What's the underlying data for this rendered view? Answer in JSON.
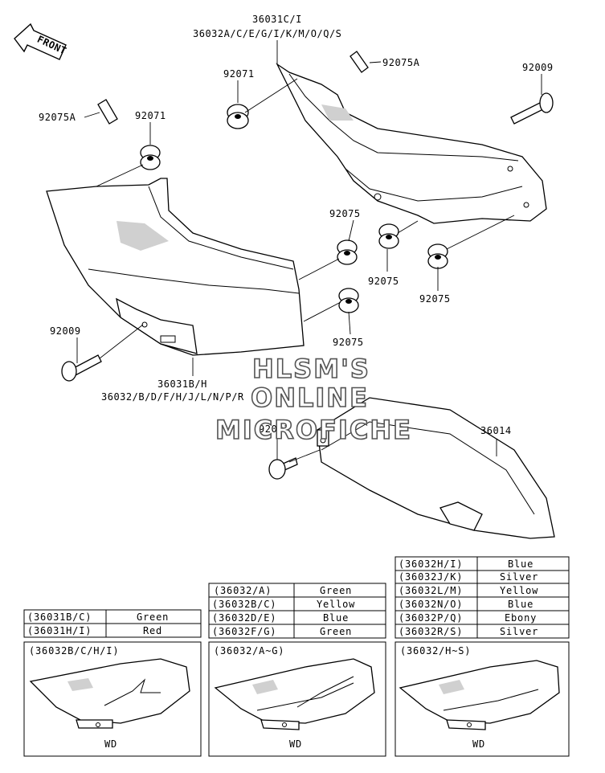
{
  "front_arrow": {
    "label": "FRONT"
  },
  "callouts": {
    "c36031ci": "36031C/I",
    "c36032a_s": "36032A/C/E/G/I/K/M/O/Q/S",
    "c92071_a": "92071",
    "c92075a_a": "92075A",
    "c92009_a": "92009",
    "c92075a_b": "92075A",
    "c92071_b": "92071",
    "c92075_a": "92075",
    "c92075_b": "92075",
    "c92075_c": "92075",
    "c92075_d": "92075",
    "c92009_b": "92009",
    "c36031bh": "36031B/H",
    "c36032b_r": "36032/B/D/F/H/J/L/N/P/R",
    "c92001": "92001",
    "c36014": "36014"
  },
  "watermark": {
    "line1": "HLSM'S",
    "line2": "ONLINE",
    "line3": "MICROFICHE"
  },
  "table_left": {
    "rows": [
      {
        "code": "(36031B/C)",
        "color": "Green"
      },
      {
        "code": "(36031H/I)",
        "color": "Red"
      }
    ]
  },
  "table_mid": {
    "rows": [
      {
        "code": "(36032/A)",
        "color": "Green"
      },
      {
        "code": "(36032B/C)",
        "color": "Yellow"
      },
      {
        "code": "(36032D/E)",
        "color": "Blue"
      },
      {
        "code": "(36032F/G)",
        "color": "Green"
      }
    ]
  },
  "table_right": {
    "rows": [
      {
        "code": "(36032H/I)",
        "color": "Blue"
      },
      {
        "code": "(36032J/K)",
        "color": "Silver"
      },
      {
        "code": "(36032L/M)",
        "color": "Yellow"
      },
      {
        "code": "(36032N/O)",
        "color": "Blue"
      },
      {
        "code": "(36032P/Q)",
        "color": "Ebony"
      },
      {
        "code": "(36032R/S)",
        "color": "Silver"
      }
    ]
  },
  "panels": [
    {
      "title": "(36032B/C/H/I)",
      "caption": "WD"
    },
    {
      "title": "(36032/A~G)",
      "caption": "WD"
    },
    {
      "title": "(36032/H~S)",
      "caption": "WD"
    }
  ]
}
